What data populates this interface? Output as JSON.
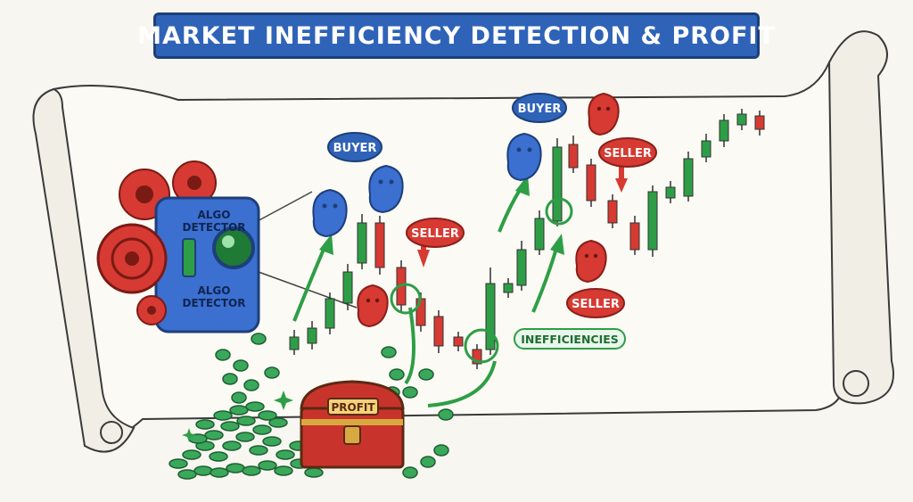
{
  "title": "MARKET INEFFICIENCY DETECTION & PROFIT",
  "detector": {
    "label_top_line1": "ALGO",
    "label_top_line2": "DETECTOR",
    "label_bottom_line1": "ALGO",
    "label_bottom_line2": "DETECTOR"
  },
  "labels": {
    "buyer_left": "BUYER",
    "buyer_right": "BUYER",
    "seller_left": "SELLER",
    "seller_right_top": "SELLER",
    "seller_right_bottom": "SELLER",
    "inefficiencies": "INEFFICIENCIES",
    "profit": "PROFIT"
  },
  "colors": {
    "bull": "#2e9e46",
    "bear": "#d63a32",
    "blue": "#2f63b8",
    "parchment": "#fbfaf4",
    "coin": "#3aa85a",
    "chest": "#c8342c"
  },
  "icons": [
    "gear-icon",
    "detector-lens-icon",
    "buyer-spirit-icon",
    "seller-spirit-icon",
    "coin-icon",
    "treasure-chest-icon",
    "sparkle-icon",
    "arrow-up-icon",
    "arrow-down-icon"
  ]
}
